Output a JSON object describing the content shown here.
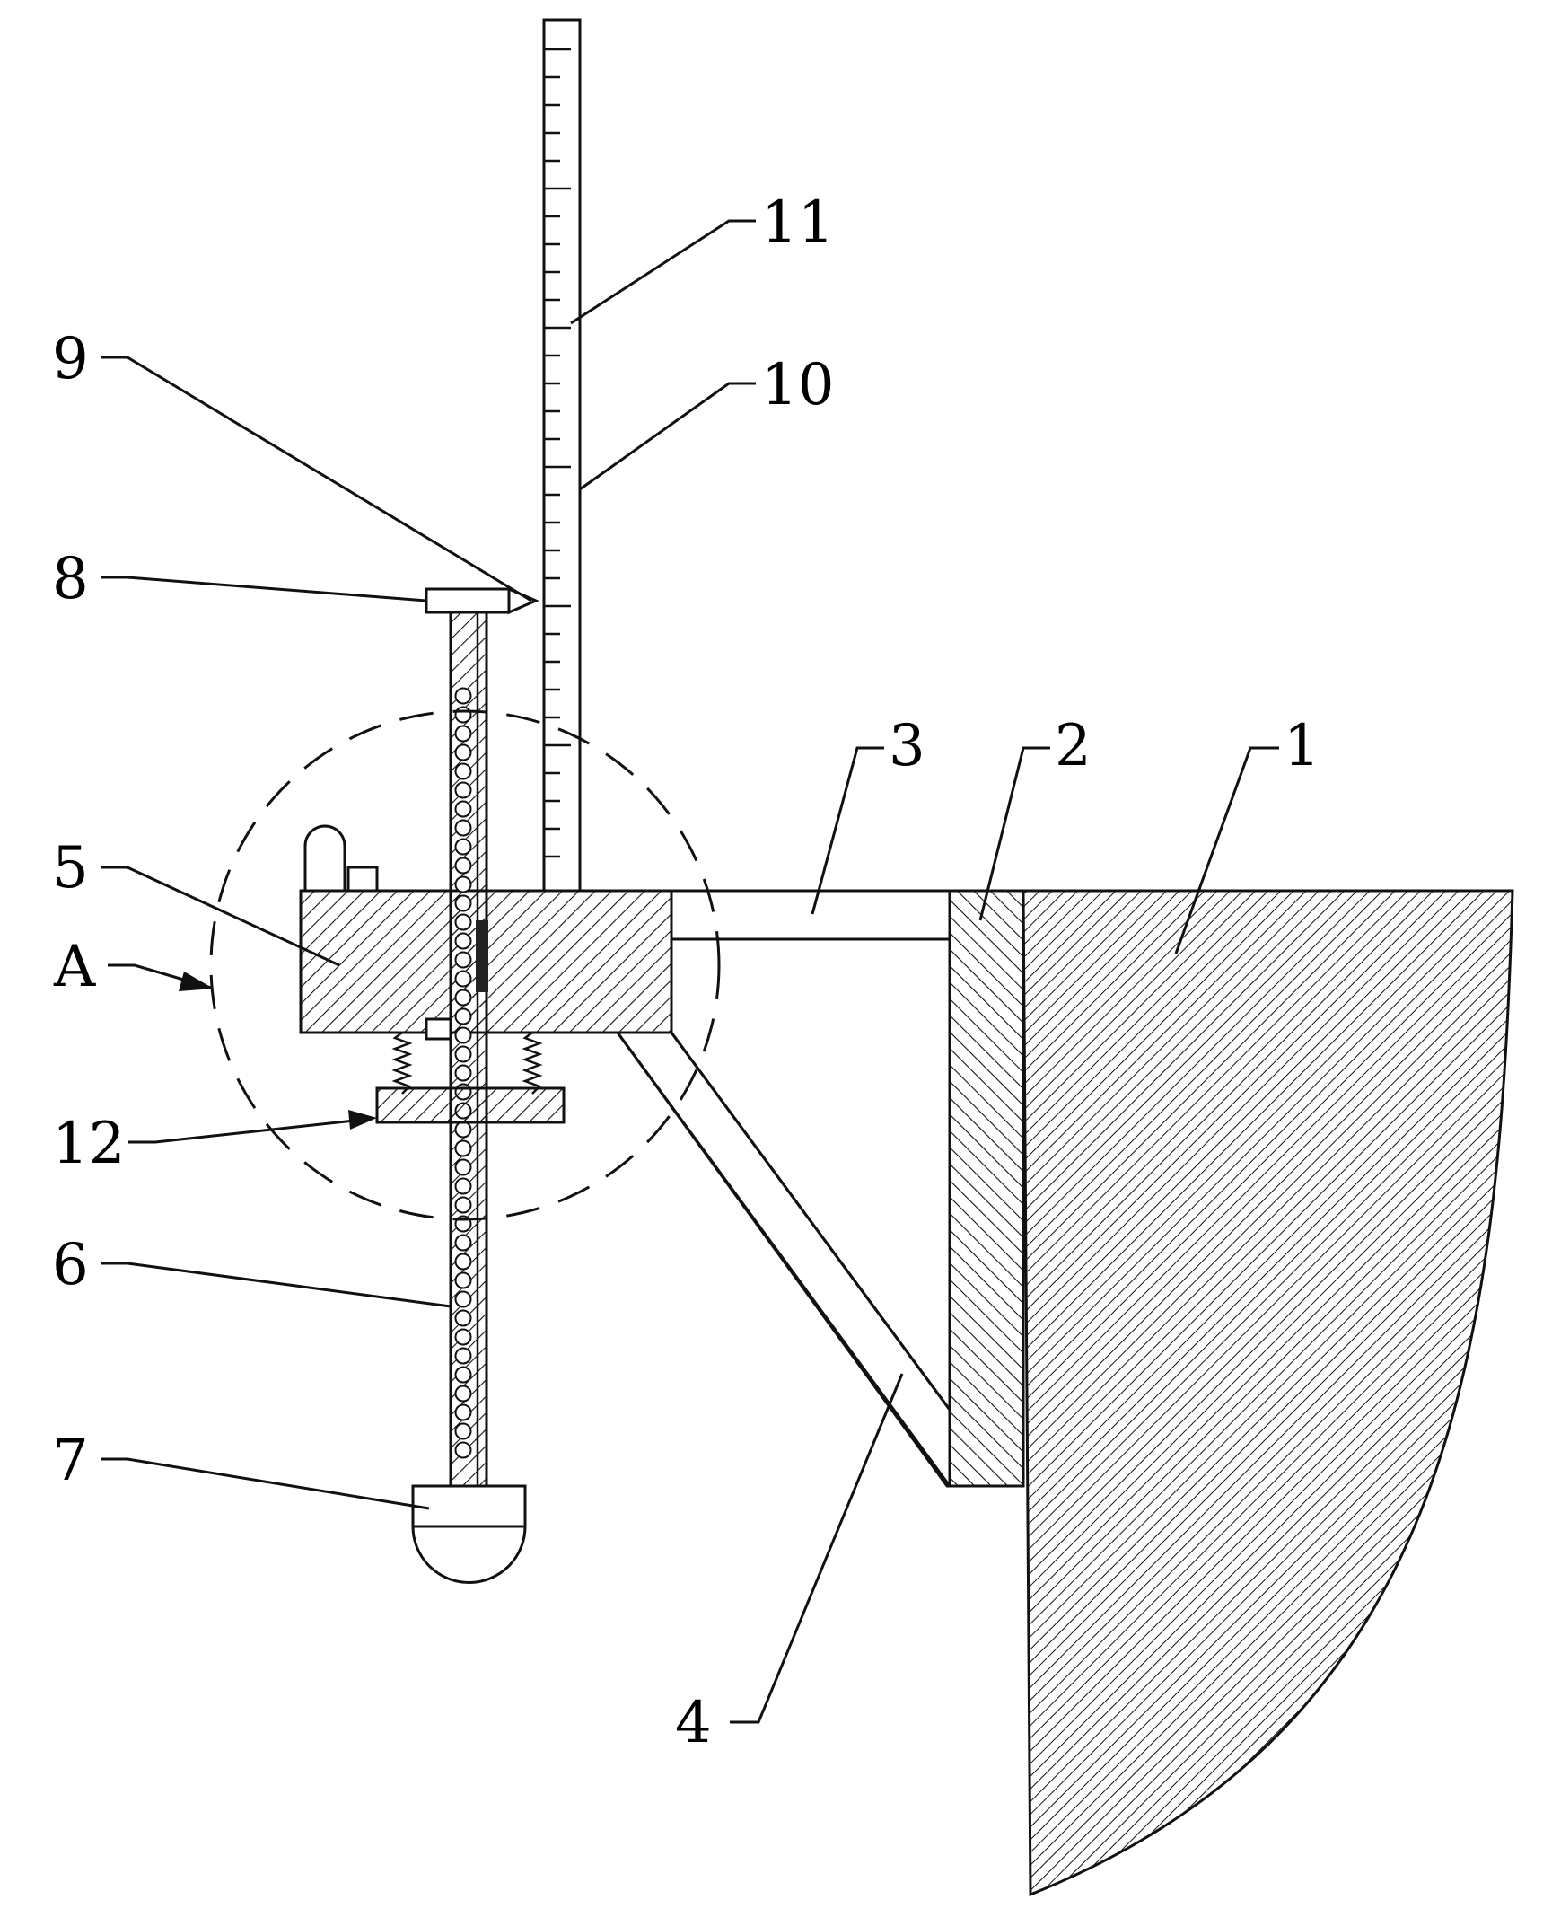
{
  "diagram": {
    "labels": {
      "l1": "1",
      "l2": "2",
      "l3": "3",
      "l4": "4",
      "l5": "5",
      "l6": "6",
      "l7": "7",
      "l8": "8",
      "l9": "9",
      "l10": "10",
      "l11": "11",
      "l12": "12",
      "lA": "A"
    }
  }
}
